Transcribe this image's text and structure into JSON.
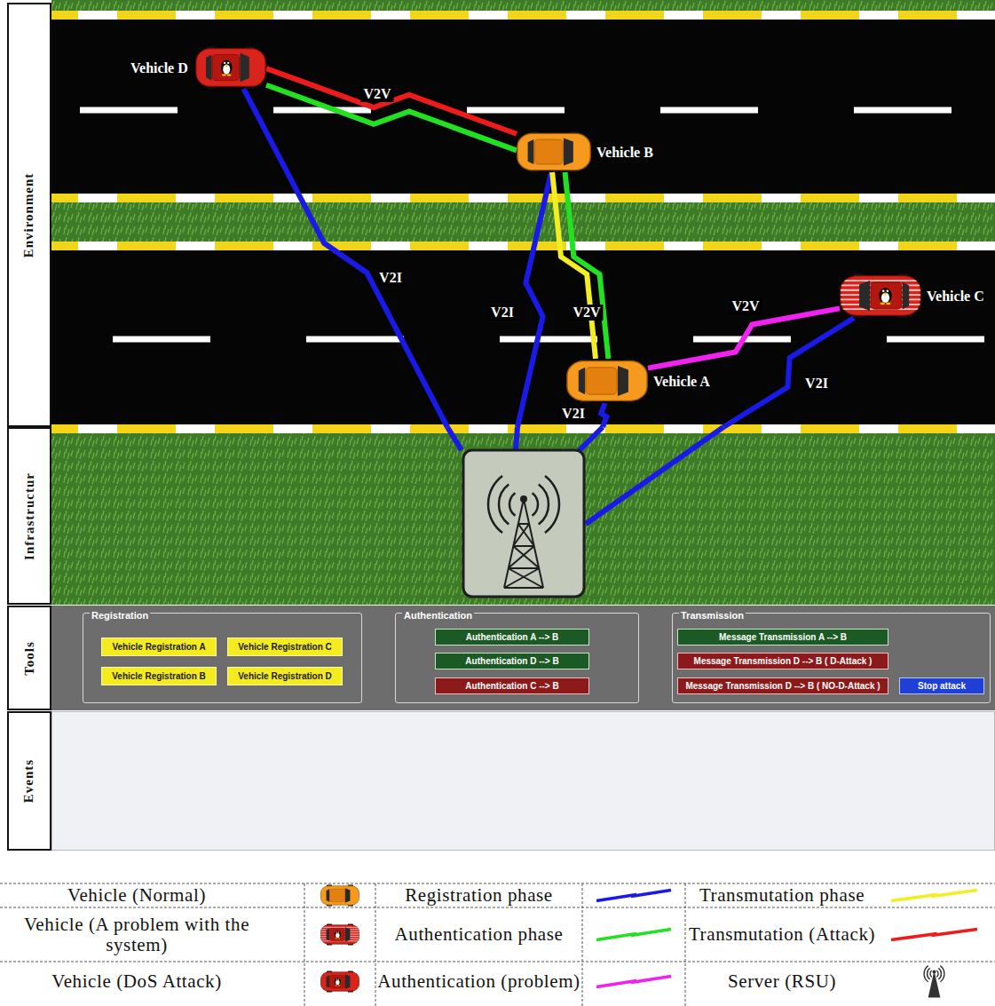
{
  "diagram": {
    "nodes": [
      {
        "text": [
          "Environment"
        ]
      },
      {
        "text": [
          "Vehicle D"
        ],
        "in": 0
      },
      {
        "text": [
          "Vehicle B"
        ],
        "in": 0
      },
      {
        "text": [
          "Vehicle C"
        ],
        "in": 0
      },
      {
        "text": [
          "Vehicle A"
        ],
        "in": 0
      },
      {
        "text": [
          "Infrastructur"
        ]
      },
      {
        "text": [
          "Tools"
        ]
      },
      {
        "text": [
          "Registration"
        ],
        "in": 6
      },
      {
        "text": [
          "Vehicle Registration A"
        ],
        "in": 7
      },
      {
        "text": [
          "Vehicle Registration C"
        ],
        "in": 7
      },
      {
        "text": [
          "Vehicle Registration B"
        ],
        "in": 7
      },
      {
        "text": [
          "Vehicle Registration D"
        ],
        "in": 7
      },
      {
        "text": [
          "Authentication"
        ],
        "in": 6
      },
      {
        "text": [
          "Authentication A --> B"
        ],
        "in": 12
      },
      {
        "text": [
          "Authentication D --> B"
        ],
        "in": 12
      },
      {
        "text": [
          "Authentication C --> B"
        ],
        "in": 12
      },
      {
        "text": [
          "Transmission"
        ],
        "in": 6
      },
      {
        "text": [
          "Message Transmission A --> B"
        ],
        "in": 16
      },
      {
        "text": [
          "Message Transmission D --> B ( D-Attack )"
        ],
        "in": 16
      },
      {
        "text": [
          "Message Transmission D --> B ( NO-D-Attack )"
        ],
        "in": 16
      },
      {
        "text": [
          "Stop attack"
        ],
        "in": 16
      },
      {
        "text": [
          "Events"
        ]
      }
    ],
    "edges": [
      {
        "from": 1,
        "to": 2,
        "arrow": "none"
      },
      {
        "from": 1,
        "to": 2,
        "label": "V2V",
        "arrow": "none"
      },
      {
        "from": 1,
        "to": 5,
        "label": "V2I",
        "arrow": "none"
      },
      {
        "from": 2,
        "to": 5,
        "label": "V2I",
        "arrow": "none"
      },
      {
        "from": 2,
        "to": 4,
        "arrow": "none"
      },
      {
        "from": 2,
        "to": 4,
        "label": "V2V",
        "arrow": "none"
      },
      {
        "from": 4,
        "to": 3,
        "label": "V2V",
        "arrow": "none"
      },
      {
        "from": 4,
        "to": 5,
        "label": "V2I",
        "arrow": "none"
      },
      {
        "from": 3,
        "to": 5,
        "label": "V2I",
        "arrow": "none"
      }
    ],
    "legend": [
      {
        "text": "Vehicle (Normal)"
      },
      {
        "text": "Registration phase"
      },
      {
        "text": "Transmutation phase"
      },
      {
        "text": "Vehicle (A problem with the system)"
      },
      {
        "text": "Authentication phase"
      },
      {
        "text": "Transmutation (Attack)"
      },
      {
        "text": "Vehicle (DoS Attack)"
      },
      {
        "text": "Authentication (problem)"
      },
      {
        "text": "Server (RSU)"
      }
    ]
  }
}
